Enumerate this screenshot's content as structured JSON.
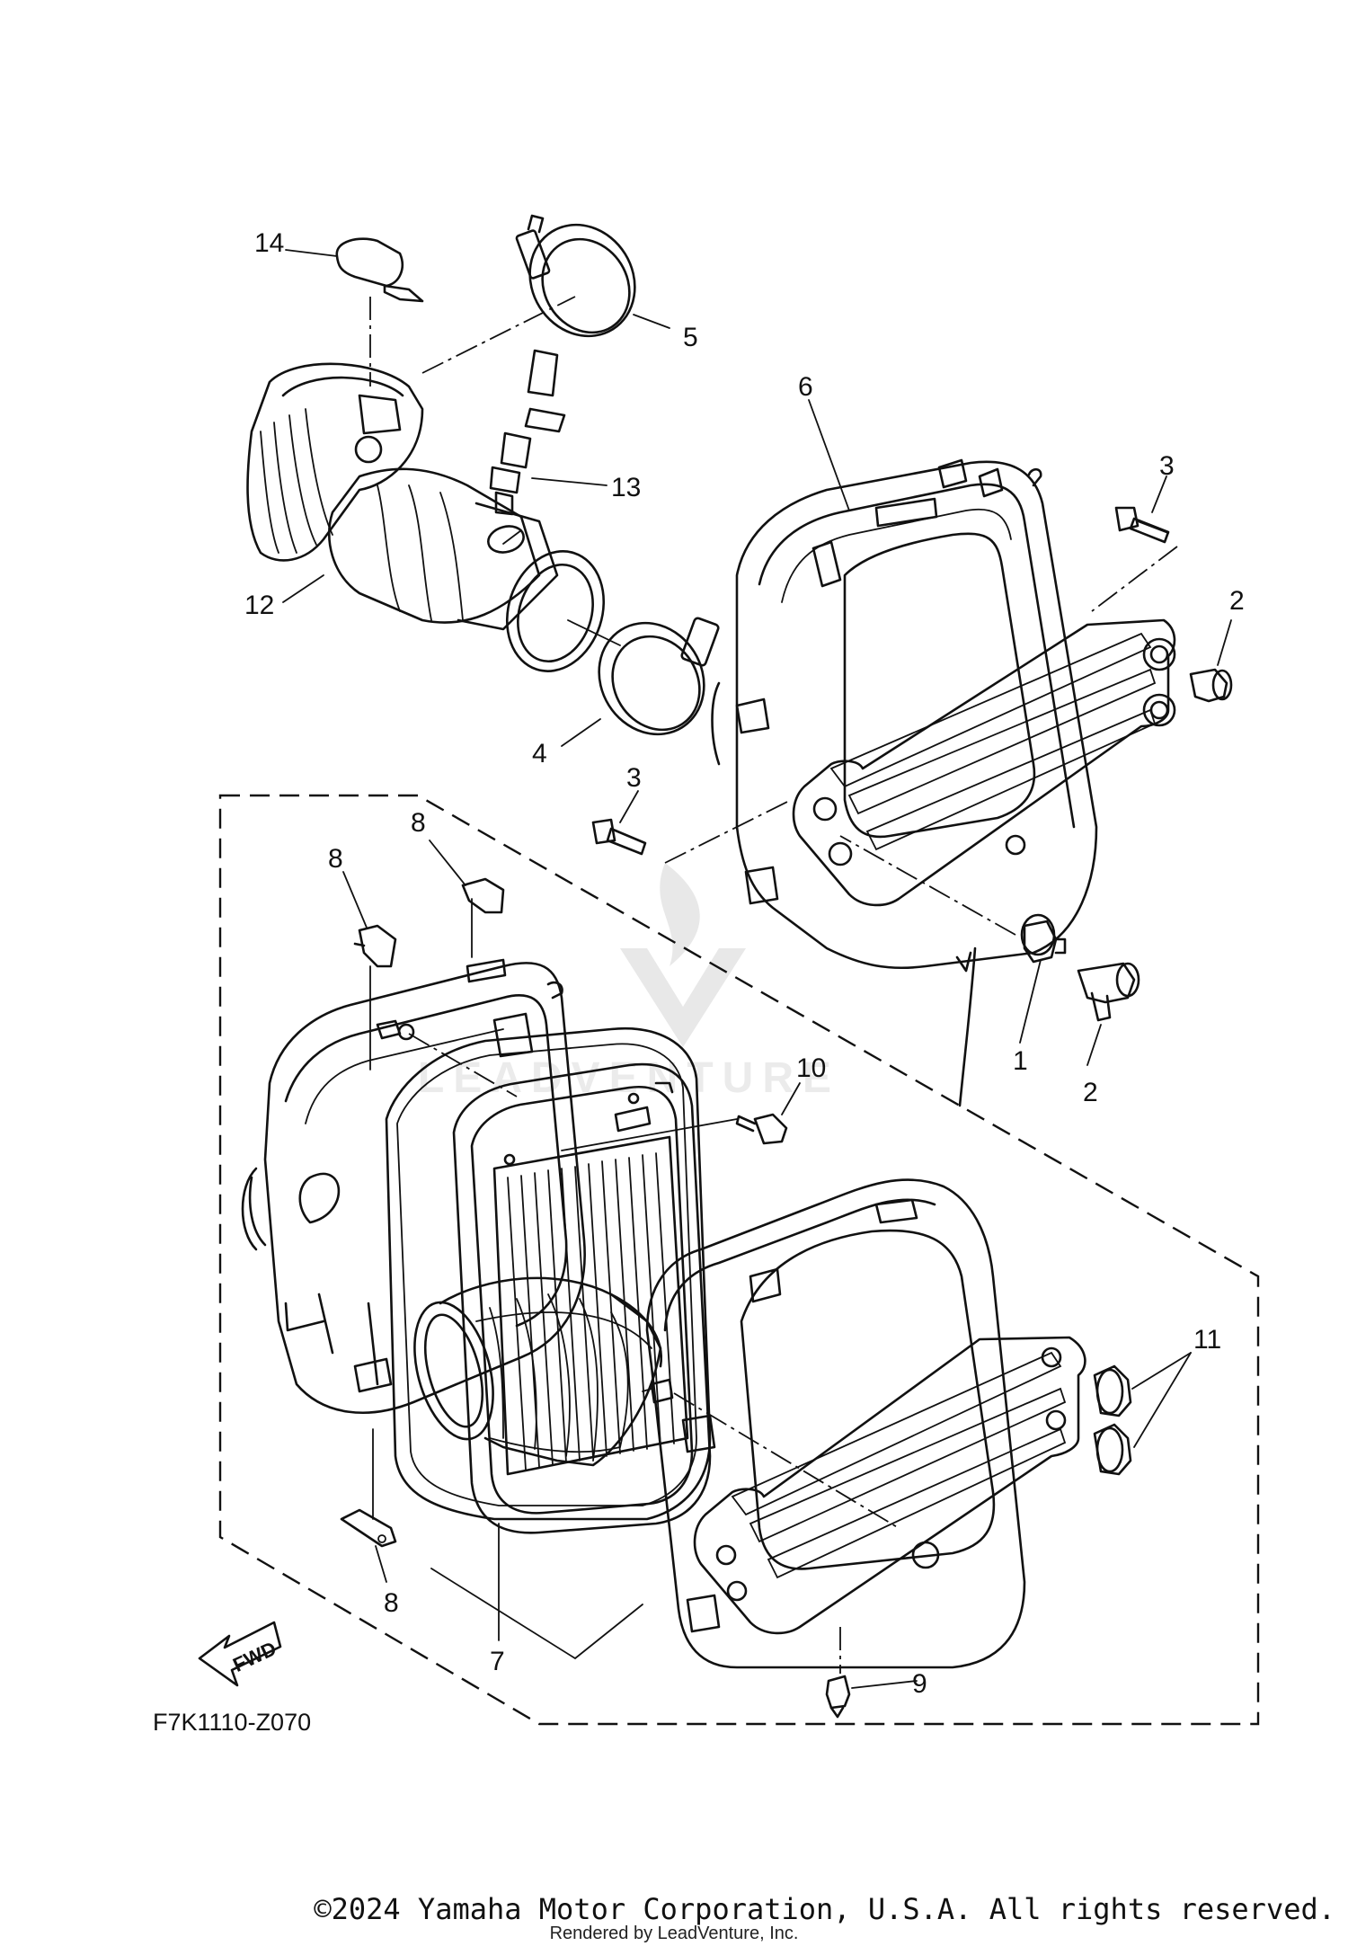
{
  "diagram": {
    "code": "F7K1110-Z070",
    "fwd_label": "FWD",
    "watermark": "LEADVENTURE",
    "callouts": {
      "c14": "14",
      "c5": "5",
      "c13": "13",
      "c12": "12",
      "c4": "4",
      "c6": "6",
      "c3a": "3",
      "c2a": "2",
      "c3b": "3",
      "c1": "1",
      "c2b": "2",
      "c8a": "8",
      "c8b": "8",
      "c8c": "8",
      "c10": "10",
      "c11": "11",
      "c7": "7",
      "c9": "9"
    }
  },
  "footer": {
    "copyright": "©2024 Yamaha Motor Corporation, U.S.A. All rights reserved.",
    "rendered_by": "Rendered by LeadVenture, Inc."
  },
  "colors": {
    "line": "#111111",
    "background": "#ffffff",
    "watermark": "#e8e8e8"
  }
}
